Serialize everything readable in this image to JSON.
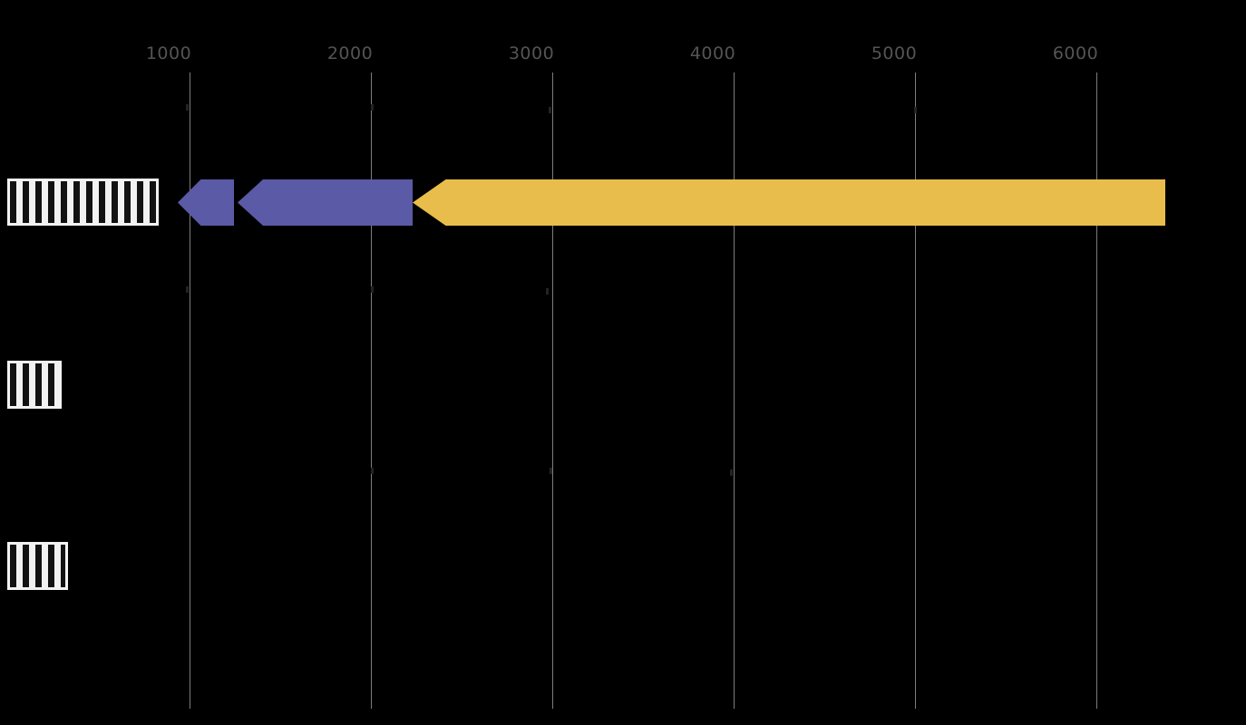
{
  "figure": {
    "title": "",
    "background_color": "#000000",
    "type": "gene-feature-map",
    "axis": {
      "orientation": "top",
      "gridlines": true,
      "gridline_color": "#7d7d7d",
      "tick_label_color": "#545454",
      "range": [
        0,
        6850
      ],
      "ticks": [
        1000,
        2000,
        3000,
        4000,
        5000,
        6000
      ],
      "tick_labels": {
        "t1000": "1000",
        "t2000": "2000",
        "t3000": "3000",
        "t4000": "4000",
        "t5000": "5000",
        "t6000": "6000"
      }
    },
    "features": [
      {
        "name": "reverse-strand-gene-small",
        "strand": "reverse",
        "direction": "left",
        "approx_start": 935,
        "approx_end": 1245,
        "color": "#5b5aa6"
      },
      {
        "name": "reverse-strand-gene-medium",
        "strand": "reverse",
        "direction": "left",
        "approx_start": 1265,
        "approx_end": 2230,
        "color": "#5b5aa6"
      },
      {
        "name": "reverse-strand-gene-large",
        "strand": "reverse",
        "direction": "left",
        "approx_start": 2230,
        "approx_end": 6380,
        "color": "#e9bd4b"
      }
    ],
    "striped_labels": [
      {
        "row": 1,
        "description": "wide barcode-striped label block",
        "stripe_count": 12
      },
      {
        "row": 2,
        "description": "narrow barcode-striped label block",
        "stripe_count": 4
      },
      {
        "row": 3,
        "description": "narrow barcode-striped label block",
        "stripe_count": 5
      }
    ]
  }
}
